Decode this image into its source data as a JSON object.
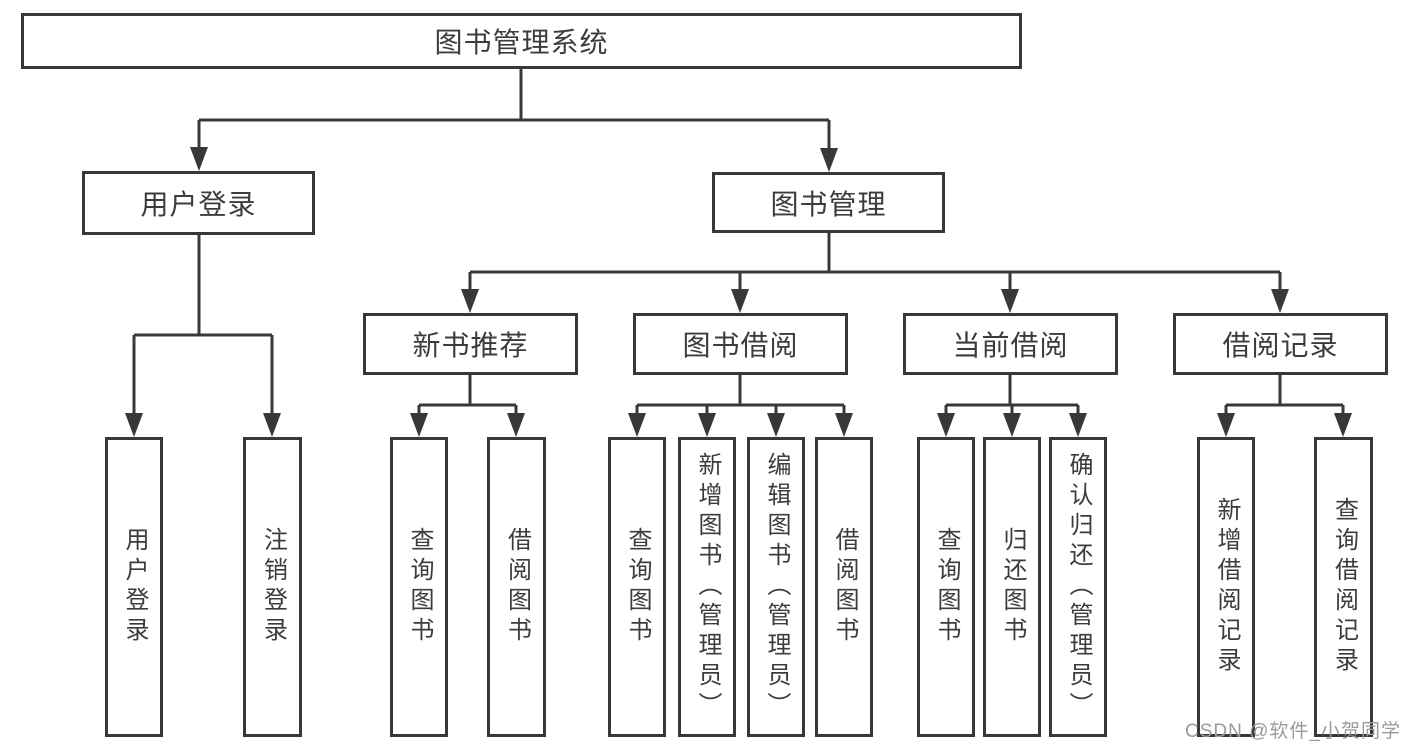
{
  "colors": {
    "line": "#383838",
    "text": "#3c3c3c",
    "watermark": "#9a9a9a"
  },
  "tree": {
    "label": "图书管理系统",
    "children": [
      {
        "label": "用户登录",
        "children": [
          {
            "label": "用户登录"
          },
          {
            "label": "注销登录"
          }
        ]
      },
      {
        "label": "图书管理",
        "children": [
          {
            "label": "新书推荐",
            "children": [
              {
                "label": "查询图书"
              },
              {
                "label": "借阅图书"
              }
            ]
          },
          {
            "label": "图书借阅",
            "children": [
              {
                "label": "查询图书"
              },
              {
                "label": "新增图书（管理员）"
              },
              {
                "label": "编辑图书（管理员）"
              },
              {
                "label": "借阅图书"
              }
            ]
          },
          {
            "label": "当前借阅",
            "children": [
              {
                "label": "查询图书"
              },
              {
                "label": "归还图书"
              },
              {
                "label": "确认归还（管理员）"
              }
            ]
          },
          {
            "label": "借阅记录",
            "children": [
              {
                "label": "新增借阅记录"
              },
              {
                "label": "查询借阅记录"
              }
            ]
          }
        ]
      }
    ]
  },
  "watermark": {
    "text": "CSDN @软件_小贺同学"
  }
}
